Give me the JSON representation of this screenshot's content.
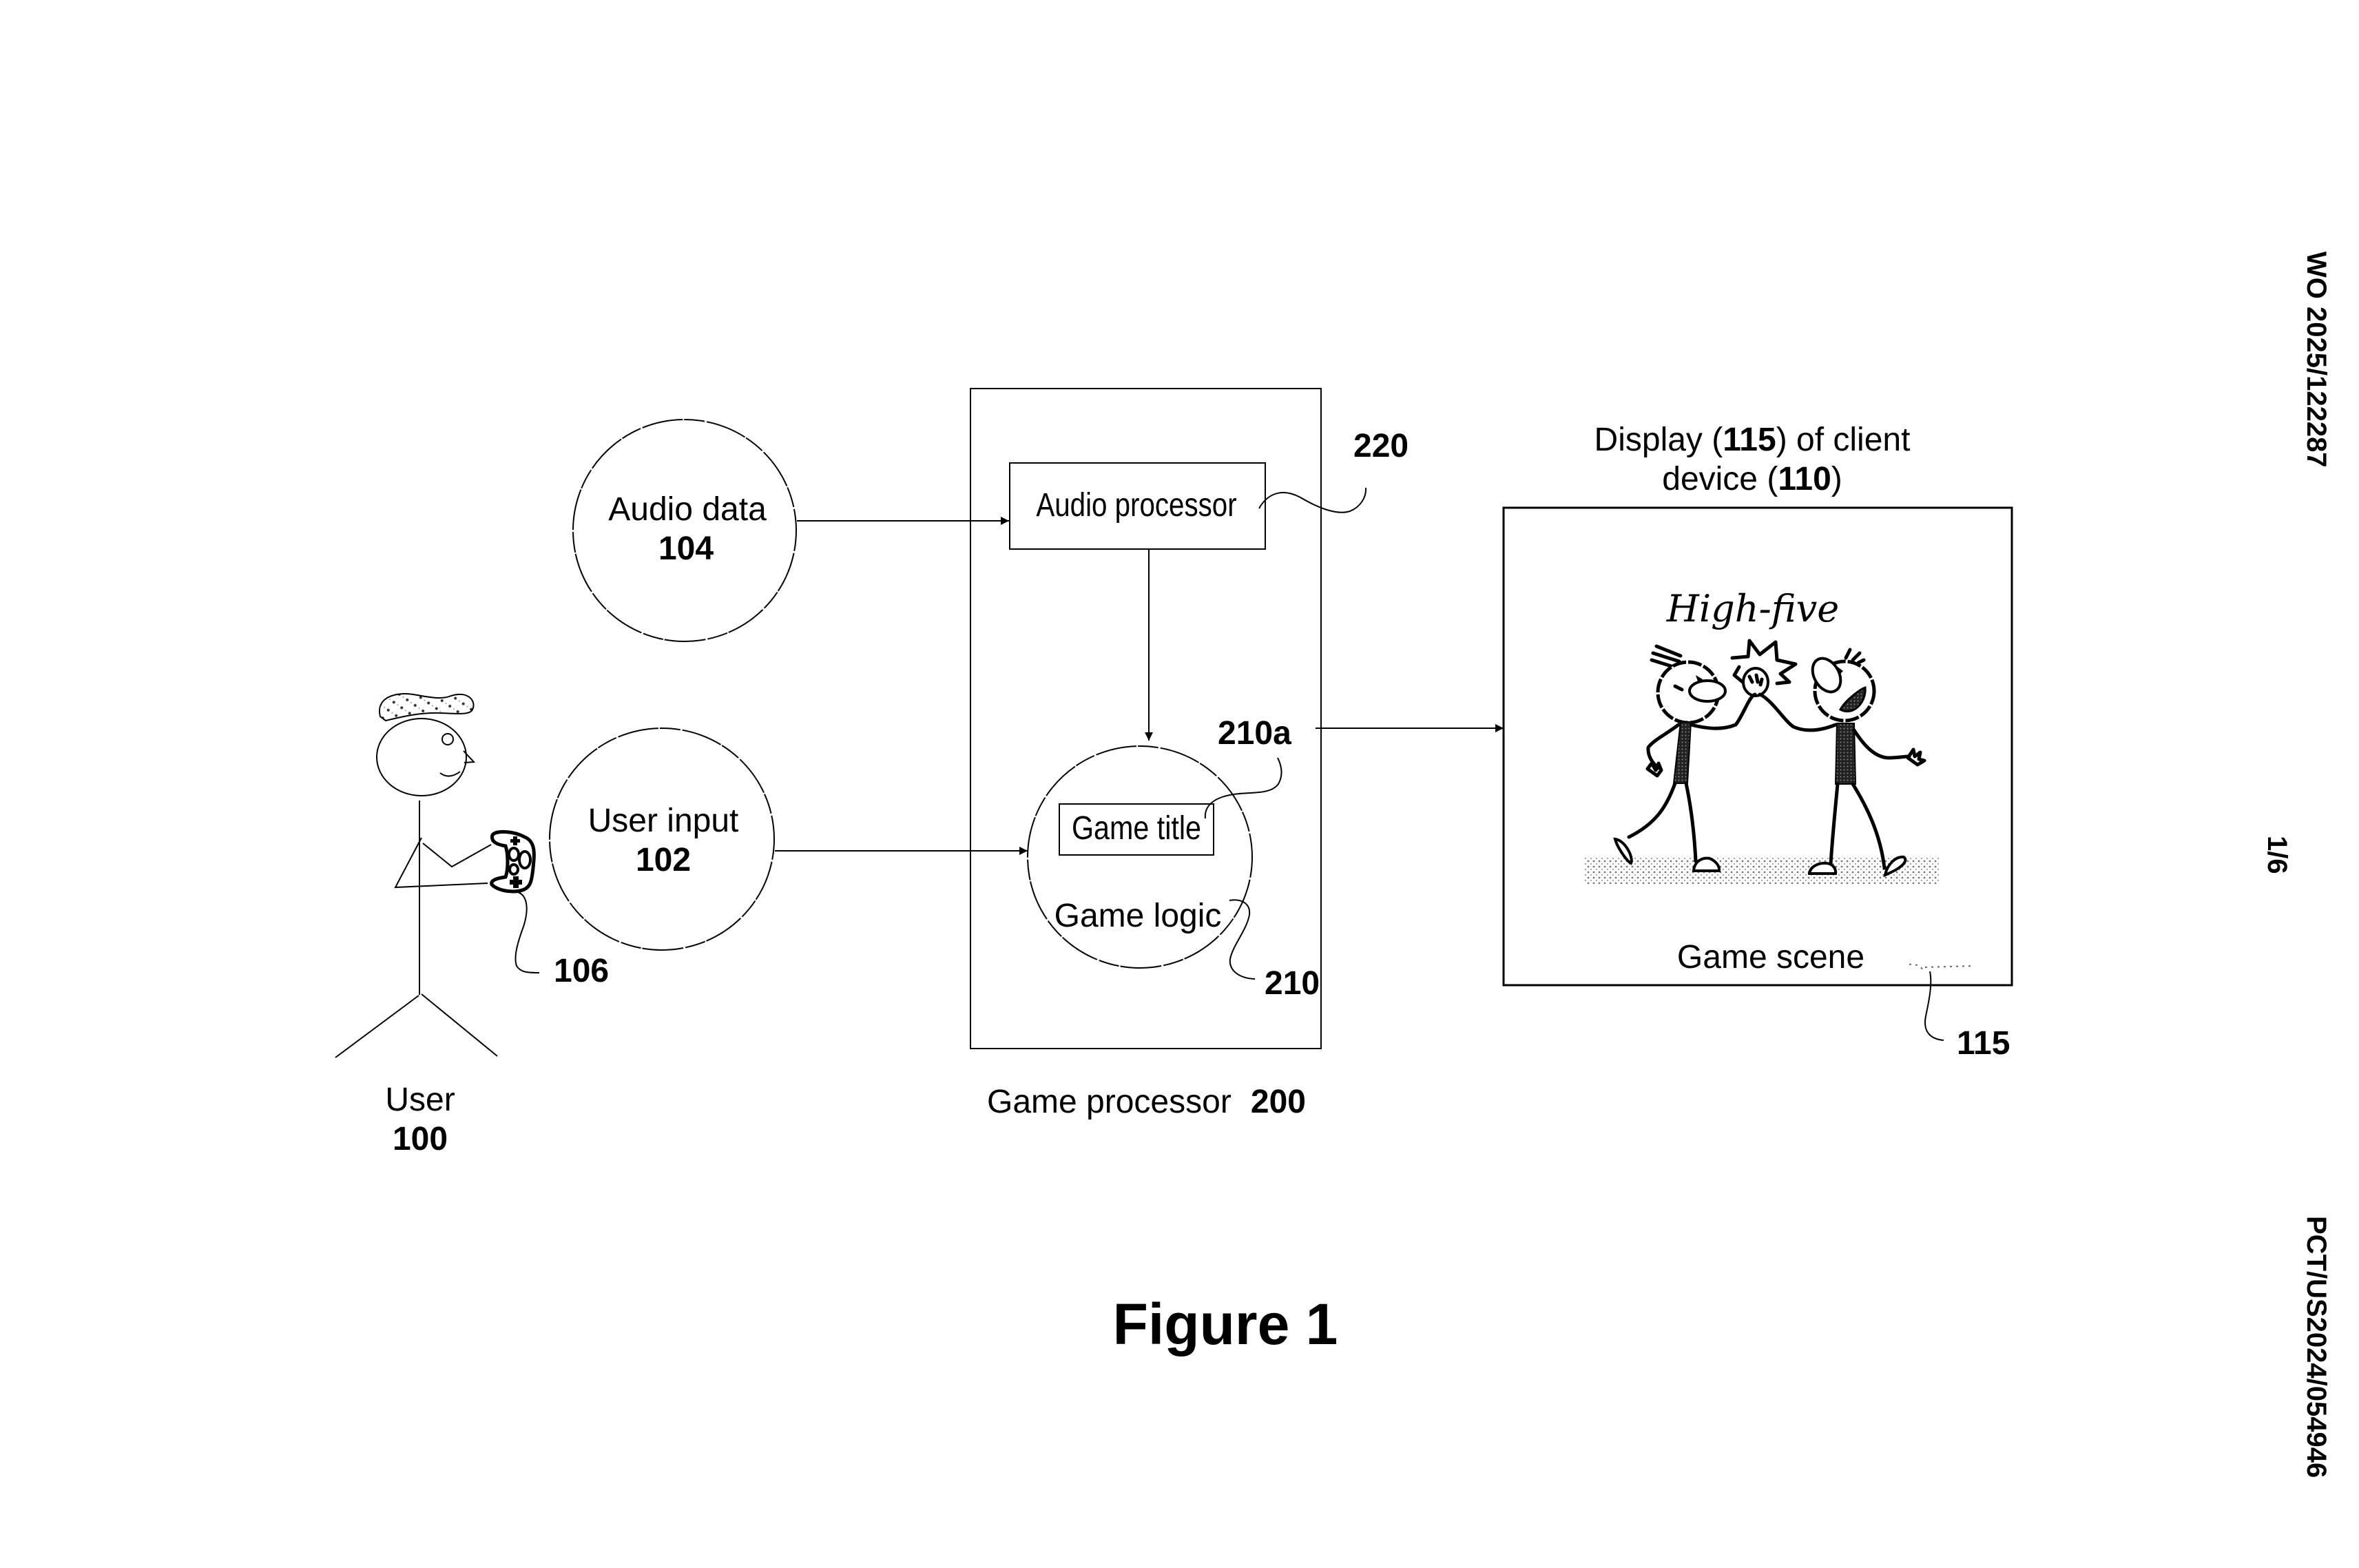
{
  "figure": {
    "caption": "Figure 1",
    "side_labels": {
      "publication_number": "WO 2025/122287",
      "sheet": "1/6",
      "application_number": "PCT/US2024/054946"
    }
  },
  "nodes": {
    "user": {
      "label": "User",
      "ref": "100"
    },
    "controller": {
      "ref": "106",
      "icon": "gamepad-icon"
    },
    "audio_data": {
      "label": "Audio data",
      "ref": "104"
    },
    "user_input": {
      "label": "User input",
      "ref": "102"
    },
    "game_processor": {
      "label": "Game processor",
      "ref": "200"
    },
    "audio_processor": {
      "label": "Audio processor",
      "ref": "220"
    },
    "game_logic": {
      "label": "Game logic",
      "ref": "210"
    },
    "game_title": {
      "label": "Game title",
      "ref": "210a"
    },
    "display": {
      "title_prefix": "Display (",
      "title_ref_display": "115",
      "title_mid": ") of client",
      "title_line2_prefix": "device (",
      "title_ref_device": "110",
      "title_suffix": ")",
      "ref": "115",
      "scene_caption": "Game scene",
      "scene_text": "High-five"
    }
  },
  "edges": [
    {
      "from": "audio_data",
      "to": "audio_processor"
    },
    {
      "from": "user_input",
      "to": "game_logic"
    },
    {
      "from": "audio_processor",
      "to": "game_logic"
    },
    {
      "from": "game_processor",
      "to": "display"
    }
  ]
}
